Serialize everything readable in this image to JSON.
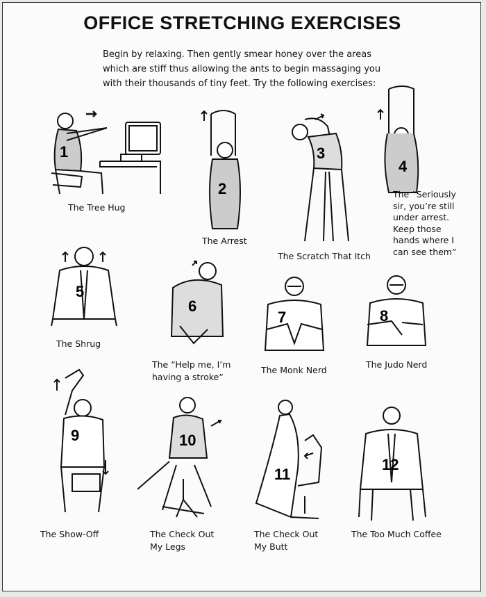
{
  "title": "OFFICE STRETCHING EXERCISES",
  "intro": [
    "Begin by relaxing. Then gently smear honey over the areas",
    "which are stiff thus allowing the ants to begin massaging you",
    "with their thousands of tiny feet. Try the following exercises:"
  ],
  "exercises": [
    {
      "number": "1",
      "caption": [
        "The Tree Hug"
      ]
    },
    {
      "number": "2",
      "caption": [
        "The Arrest"
      ]
    },
    {
      "number": "3",
      "caption": [
        "The Scratch That Itch"
      ]
    },
    {
      "number": "4",
      "caption": [
        "The “Seriously",
        "sir, you’re still",
        "under arrest.",
        "Keep those",
        "hands where I",
        "can see them”"
      ]
    },
    {
      "number": "5",
      "caption": [
        "The Shrug"
      ]
    },
    {
      "number": "6",
      "caption": [
        "The “Help me, I’m",
        "having a stroke”"
      ]
    },
    {
      "number": "7",
      "caption": [
        "The Monk Nerd"
      ]
    },
    {
      "number": "8",
      "caption": [
        "The Judo Nerd"
      ]
    },
    {
      "number": "9",
      "caption": [
        "The Show-Off"
      ]
    },
    {
      "number": "10",
      "caption": [
        "The Check Out",
        "My Legs"
      ]
    },
    {
      "number": "11",
      "caption": [
        "The Check Out",
        "My Butt"
      ]
    },
    {
      "number": "12",
      "caption": [
        "The Too Much Coffee"
      ]
    }
  ]
}
